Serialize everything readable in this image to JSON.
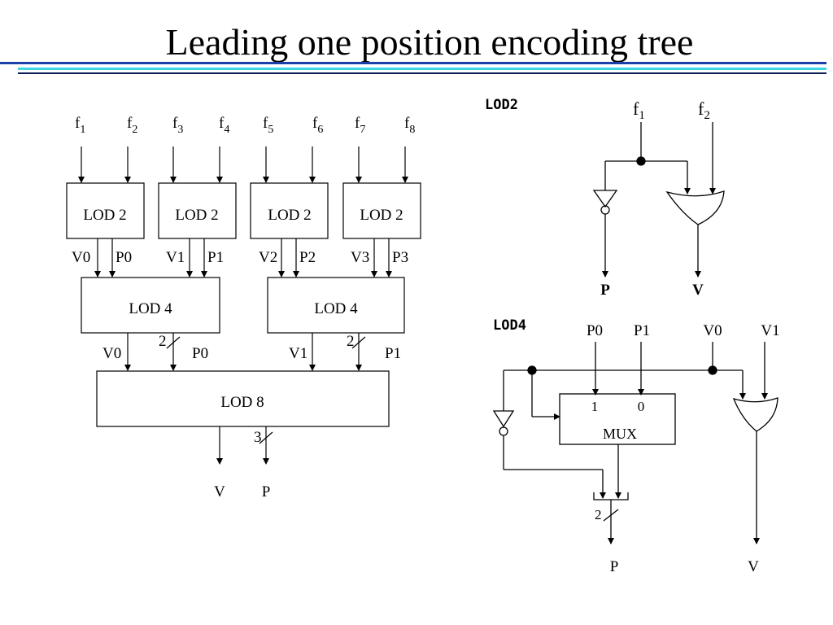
{
  "title": "Leading one position encoding tree",
  "colors": {
    "rule_top": "#1d3fa8",
    "rule_accent": "#3fd7e6",
    "rule_bottom": "#0c1f55"
  },
  "tree": {
    "inputs": [
      "f",
      "f",
      "f",
      "f",
      "f",
      "f",
      "f",
      "f"
    ],
    "input_subs": [
      "1",
      "2",
      "3",
      "4",
      "5",
      "6",
      "7",
      "8"
    ],
    "lod2_blocks": [
      "LOD 2",
      "LOD 2",
      "LOD 2",
      "LOD 2"
    ],
    "lod2_outputs": [
      {
        "v": "V0",
        "p": "P0"
      },
      {
        "v": "V1",
        "p": "P1"
      },
      {
        "v": "V2",
        "p": "P2"
      },
      {
        "v": "V3",
        "p": "P3"
      }
    ],
    "lod4_blocks": [
      "LOD 4",
      "LOD 4"
    ],
    "lod4_outputs": [
      {
        "v": "V0",
        "p": "P0",
        "width": "2"
      },
      {
        "v": "V1",
        "p": "P1",
        "width": "2"
      }
    ],
    "lod8_block": "LOD 8",
    "final_outputs": {
      "v": "V",
      "p": "P",
      "width": "3"
    }
  },
  "lod2_detail": {
    "label": "LOD2",
    "inputs": [
      "f",
      "f"
    ],
    "input_subs": [
      "1",
      "2"
    ],
    "outputs": [
      "P",
      "V"
    ]
  },
  "lod4_detail": {
    "label": "LOD4",
    "inputs": [
      "P0",
      "P1",
      "V0",
      "V1"
    ],
    "mux_inputs": [
      "1",
      "0"
    ],
    "mux_label": "MUX",
    "bus_width": "2",
    "outputs": [
      "P",
      "V"
    ]
  }
}
